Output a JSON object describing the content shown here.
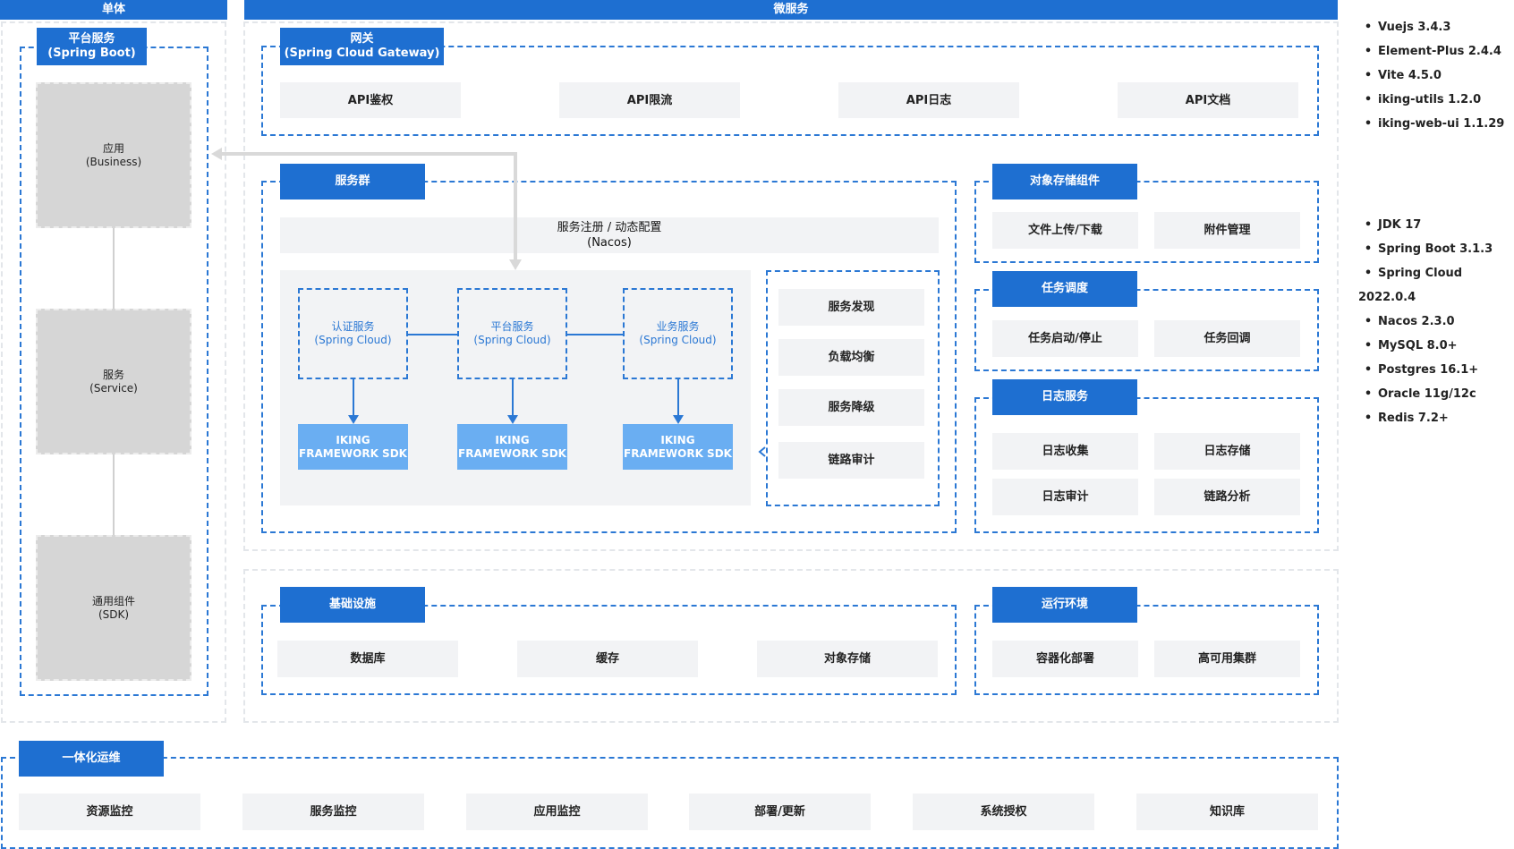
{
  "monolith": {
    "header": "单体",
    "platform_tag": "平台服务\n(Spring Boot)",
    "layers": [
      "应用\n(Business)",
      "服务\n(Service)",
      "通用组件\n(SDK)"
    ]
  },
  "microservices": {
    "header": "微服务",
    "gateway": {
      "tag": "网关\n(Spring Cloud Gateway)",
      "items": [
        "API鉴权",
        "API限流",
        "API日志",
        "API文档"
      ]
    },
    "service_group": {
      "tag": "服务群",
      "registry": "服务注册 / 动态配置\n(Nacos)",
      "services": [
        "认证服务\n(Spring Cloud)",
        "平台服务\n(Spring Cloud)",
        "业务服务\n(Spring Cloud)"
      ],
      "sdks": [
        "IKING\nFRAMEWORK SDK",
        "IKING\nFRAMEWORK SDK",
        "IKING\nFRAMEWORK SDK"
      ],
      "features": [
        "服务发现",
        "负载均衡",
        "服务降级",
        "链路审计"
      ]
    },
    "object_storage": {
      "tag": "对象存储组件",
      "items": [
        "文件上传/下载",
        "附件管理"
      ]
    },
    "task_scheduling": {
      "tag": "任务调度",
      "items": [
        "任务启动/停止",
        "任务回调"
      ]
    },
    "log_service": {
      "tag": "日志服务",
      "items": [
        "日志收集",
        "日志存储",
        "日志审计",
        "链路分析"
      ]
    },
    "infrastructure": {
      "tag": "基础设施",
      "items": [
        "数据库",
        "缓存",
        "对象存储"
      ]
    },
    "runtime": {
      "tag": "运行环境",
      "items": [
        "容器化部署",
        "高可用集群"
      ]
    }
  },
  "ops": {
    "tag": "一体化运维",
    "items": [
      "资源监控",
      "服务监控",
      "应用监控",
      "部署/更新",
      "系统授权",
      "知识库"
    ]
  },
  "frontend_stack": [
    "Vuejs 3.4.3",
    "Element-Plus 2.4.4",
    "Vite 4.5.0",
    "iking-utils 1.2.0",
    "iking-web-ui 1.1.29"
  ],
  "backend_stack": [
    "JDK 17",
    "Spring Boot 3.1.3",
    "Spring Cloud 2022.0.4",
    "Nacos 2.3.0",
    "MySQL 8.0+",
    "Postgres 16.1+",
    "Oracle 11g/12c",
    "Redis 7.2+"
  ],
  "colors": {
    "accent": "#1e6fd1",
    "sdk": "#6aaef2",
    "cell": "#f2f3f5",
    "grey": "#d6d6d6"
  }
}
